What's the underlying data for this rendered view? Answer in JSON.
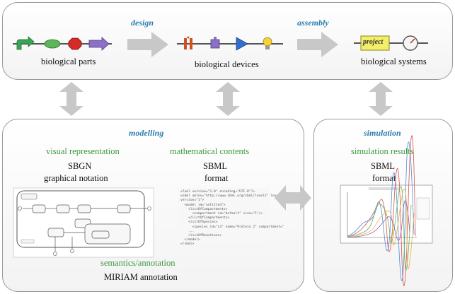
{
  "top": {
    "design_label": "design",
    "assembly_label": "assembly",
    "parts_label": "biological parts",
    "devices_label": "biological devices",
    "systems_label": "biological systems",
    "project_label": "project"
  },
  "modelling": {
    "title": "modelling",
    "visual_title": "visual representation",
    "visual_line1": "SBGN",
    "visual_line2": "graphical notation",
    "math_title": "mathematical contents",
    "math_line1": "SBML",
    "math_line2": "format",
    "semantics_title": "semantics/annotation",
    "semantics_line": "MIRIAM annotation",
    "code_lines": [
      "<?xml version=\"1.0\" encoding=\"UTF-8\"?>",
      "<sbml xmlns=\"http://www.sbml.org/sbml/level2\" level=\"2\"",
      "version=\"1\">",
      "  <model id=\"untitled\">",
      "    <listOfCompartments>",
      "      <compartment id=\"default\" size=\"1\"/>",
      "    </listOfCompartments>",
      "    <listOfSpecies>",
      "      <species id=\"s3\" name=\"Protein 2\" compartment=\"",
      "    ...",
      "    <listOfReactions>",
      "  </model>",
      "</sbml>"
    ]
  },
  "simulation": {
    "title": "simulation",
    "results_title": "simulation results",
    "line1": "SBML",
    "line2": "format"
  },
  "colors": {
    "blue_title": "#2a7fb0",
    "green_title": "#3b9a3b",
    "arrow_grey": "#c8c8c8"
  }
}
